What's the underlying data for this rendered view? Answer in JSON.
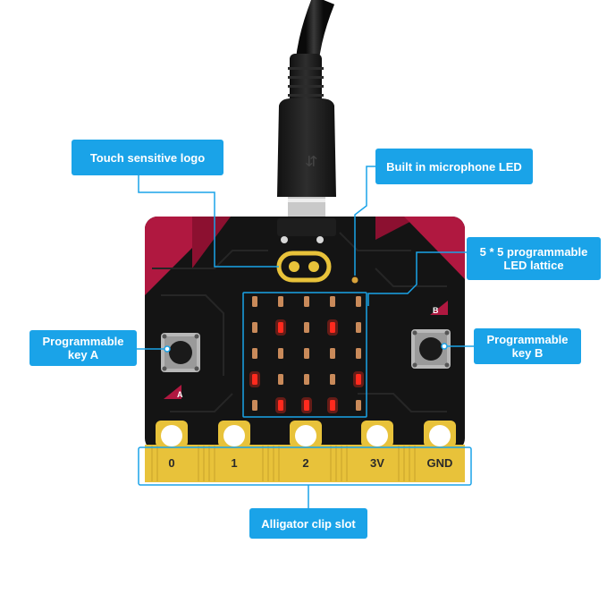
{
  "colors": {
    "board": "#141414",
    "accent_red": "#b01840",
    "gold": "#e8c23a",
    "callout": "#1aa3e8",
    "led_on": "#ff2a1e",
    "led_off": "#c98a5a"
  },
  "callouts": {
    "touch_logo": "Touch sensitive logo",
    "microphone": "Built in microphone LED",
    "lattice_line1": "5 * 5 programmable",
    "lattice_line2": "LED lattice",
    "key_a_line1": "Programmable",
    "key_a_line2": "key A",
    "key_b_line1": "Programmable",
    "key_b_line2": "key B",
    "clip_slot": "Alligator clip slot"
  },
  "board": {
    "button_a_marker": "A",
    "button_b_marker": "B",
    "pins": [
      "0",
      "1",
      "2",
      "3V",
      "GND"
    ],
    "led_matrix": [
      [
        0,
        0,
        0,
        0,
        0
      ],
      [
        0,
        1,
        0,
        1,
        0
      ],
      [
        0,
        0,
        0,
        0,
        0
      ],
      [
        1,
        0,
        0,
        0,
        1
      ],
      [
        0,
        1,
        1,
        1,
        0
      ]
    ]
  }
}
